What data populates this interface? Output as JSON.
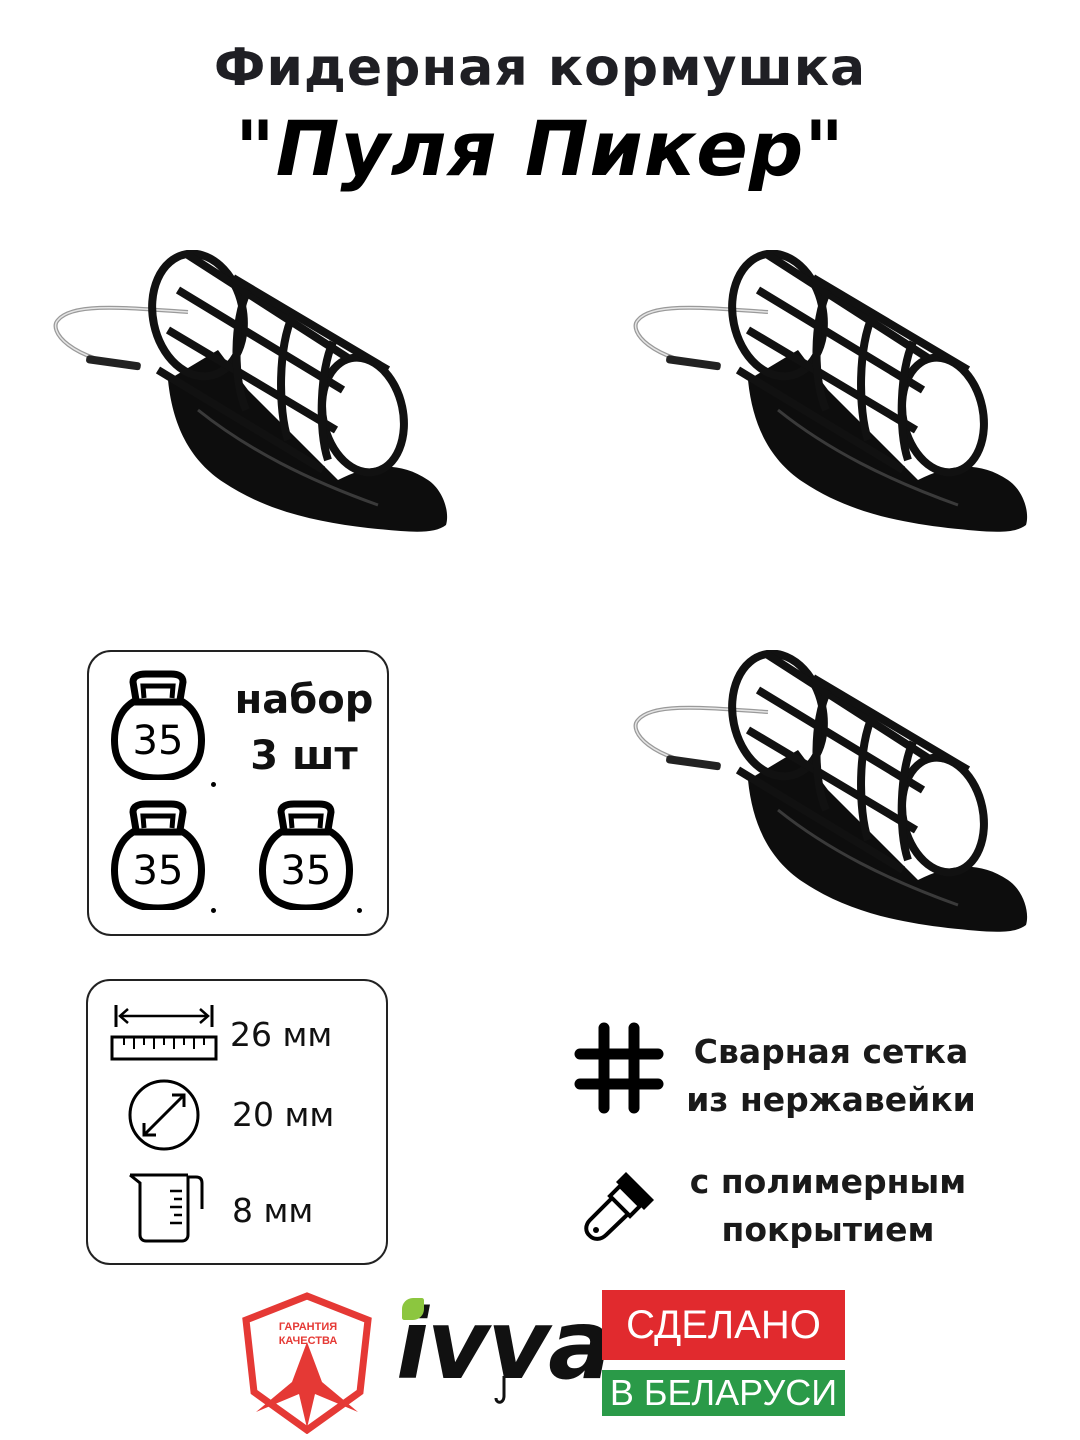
{
  "header": {
    "title_line1": "Фидерная кормушка",
    "title_line2": "\"Пуля Пикер\""
  },
  "set_box": {
    "weight_value": "35",
    "weights": [
      "35",
      "35",
      "35"
    ],
    "label": "набор 3 шт"
  },
  "dimensions": [
    {
      "icon": "ruler-icon",
      "value": "26 мм"
    },
    {
      "icon": "diameter-icon",
      "value": "20 мм"
    },
    {
      "icon": "measuring-cup-icon",
      "value": "8 мм"
    }
  ],
  "features": [
    {
      "icon": "grid-icon",
      "line1": "Сварная сетка",
      "line2": "из нержавейки"
    },
    {
      "icon": "paint-brush-icon",
      "line1": "с полимерным",
      "line2": "покрытием"
    }
  ],
  "footer": {
    "quality_badge": "ГАРАНТИЯ КАЧЕСТВА",
    "brand": "ivva",
    "made_line1": "СДЕЛАНО",
    "made_line2": "В БЕЛАРУСИ"
  },
  "colors": {
    "made_red": "#e12a2e",
    "made_green": "#2a9a48",
    "brand_green": "#8cc63f",
    "badge_red": "#e53935"
  }
}
